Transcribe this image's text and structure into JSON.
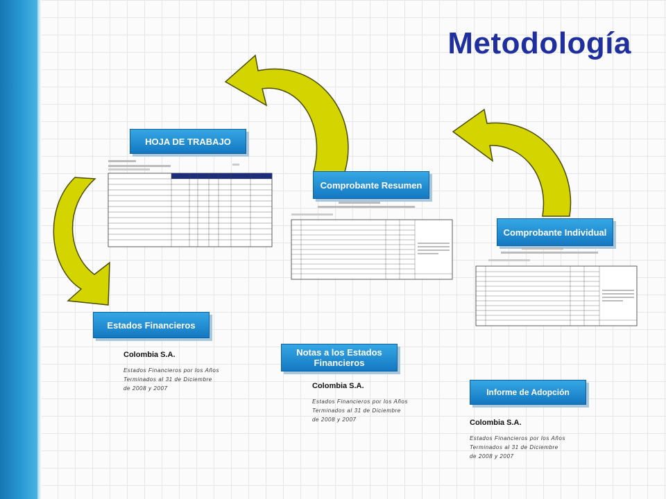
{
  "title": "Metodología",
  "labels": {
    "hoja_trabajo": "HOJA DE TRABAJO",
    "comprobante_resumen": "Comprobante Resumen",
    "comprobante_individual": "Comprobante Individual",
    "estados_financieros": "Estados Financieros",
    "notas": "Notas a los Estados Financieros",
    "informe": "Informe de Adopción"
  },
  "colors": {
    "title": "#1f2f9e",
    "label_bg": "#1c86cc",
    "arrow_fill": "#d4d400"
  },
  "docs": [
    {
      "company": "Colombia S.A.",
      "text": "Estados Financieros por los Años Terminados al 31 de Diciembre de 2008 y 2007"
    },
    {
      "company": "Colombia S.A.",
      "text": "Estados Financieros por los Años Terminados al 31 de Diciembre de 2008 y 2007"
    },
    {
      "company": "Colombia S.A.",
      "text": "Estados Financieros por los Años Terminados al 31 de Diciembre de 2008 y 2007"
    }
  ]
}
